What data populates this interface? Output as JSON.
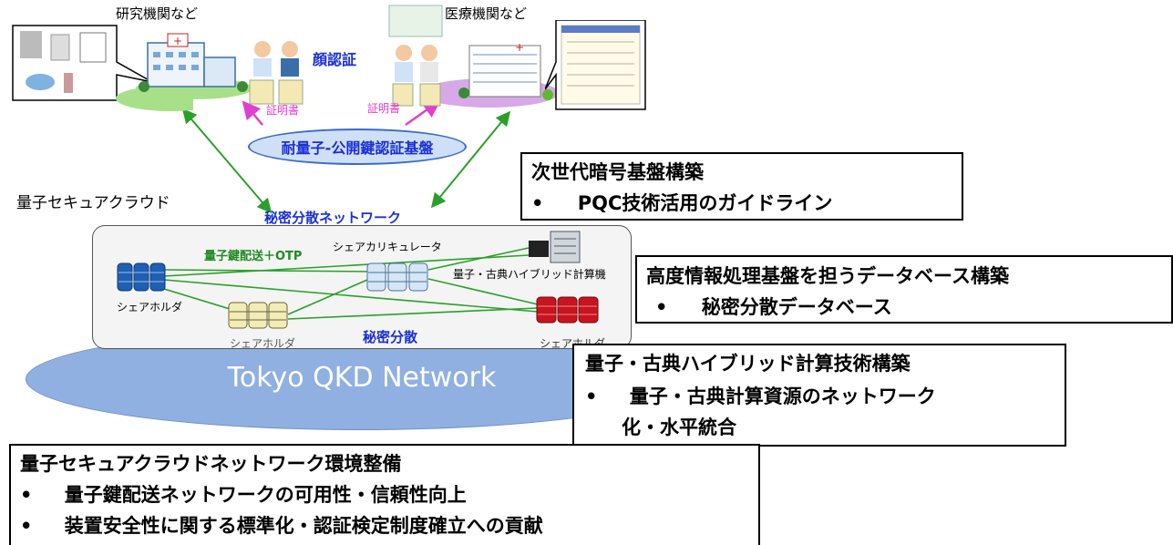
{
  "top": {
    "research_label": "研究機関など",
    "medical_label": "医療機関など",
    "face_auth": "顔認証",
    "cert_left": "証明書",
    "cert_right": "証明書",
    "pki": "耐量子-公開鍵認証基盤"
  },
  "cloud": {
    "title": "量子セキュアクラウド",
    "network_label": "秘密分散ネットワーク",
    "key_dist": "量子鍵配送＋OTP",
    "calculator": "シェアカリキュレータ",
    "hybrid_computer": "量子・古典ハイブリッド計算機",
    "holder_left": "シェアホルダ",
    "holder_bottom": "シェアホルダ",
    "holder_right": "シェアホルダ",
    "secret_sharing": "秘密分散",
    "qkd_network": "Tokyo QKD Network"
  },
  "boxes": {
    "crypto": {
      "title": "次世代暗号基盤構築",
      "bullets": [
        "PQC技術活用のガイドライン"
      ]
    },
    "database": {
      "title": "高度情報処理基盤を担うデータベース構築",
      "bullets": [
        "秘密分散データベース"
      ]
    },
    "hybrid": {
      "title": "量子・古典ハイブリッド計算技術構築",
      "bullets": [
        "量子・古典計算資源のネットワーク",
        "化・水平統合"
      ]
    },
    "environment": {
      "title": "量子セキュアクラウドネットワーク環境整備",
      "bullets": [
        "量子鍵配送ネットワークの可用性・信頼性向上",
        "装置安全性に関する標準化・認証検定制度確立への貢献"
      ]
    },
    "bullet_mark": "•"
  },
  "colors": {
    "blue_text": "#1a2fd6",
    "green_text": "#1f8a1f",
    "magenta": "#e040d0",
    "green_line": "#2aa02a",
    "qkd_fill": "#8fb0e0",
    "db_blue": "#1f5fb4",
    "db_yellow": "#f2edb8",
    "db_red": "#c8141e",
    "db_light": "#d6e6f6"
  }
}
